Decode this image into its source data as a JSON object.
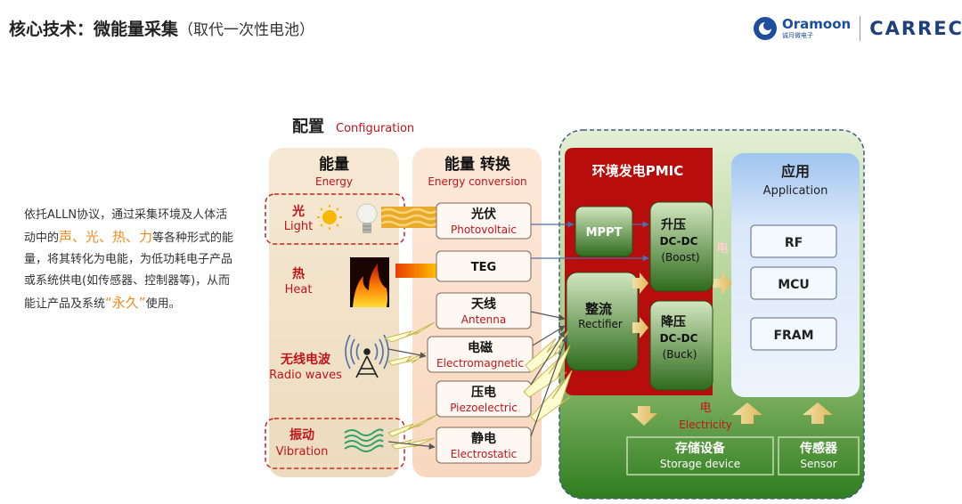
{
  "header": {
    "title": "核心技术：微能量采集",
    "subtitle": "（取代一次性电池）",
    "logo_oramoon": "Oramoon",
    "logo_oramoon_cn": "诚月微电子",
    "logo_carrec": "CARREC"
  },
  "description": {
    "p1": "依托ALLN协议，通过采集环境及人体活动中的",
    "h1": "声、光、热、力",
    "p2": "等各种形式的能量，将其转化为电能，为低功耗电子产品或系统供电(如传感器、控制器等)，从而能让产品及系统",
    "h2": "“永久”",
    "p3": "使用。"
  },
  "diagram": {
    "config_cn": "配置",
    "config_en": "Configuration",
    "energy_cn": "能量",
    "energy_en": "Energy",
    "conversion_cn": "能量 转换",
    "conversion_en": "Energy conversion",
    "sources": {
      "light_cn": "光",
      "light_en": "Light",
      "heat_cn": "热",
      "heat_en": "Heat",
      "radio_cn": "无线电波",
      "radio_en": "Radio waves",
      "vibration_cn": "振动",
      "vibration_en": "Vibration"
    },
    "converters": {
      "pv_cn": "光伏",
      "pv_en": "Photovoltaic",
      "teg": "TEG",
      "antenna_cn": "天线",
      "antenna_en": "Antenna",
      "em_cn": "电磁",
      "em_en": "Electromagnetic",
      "piezo_cn": "压电",
      "piezo_en": "Piezoelectric",
      "es_cn": "静电",
      "es_en": "Electrostatic"
    },
    "pmic": {
      "title": "环境发电PMIC",
      "mppt": "MPPT",
      "boost_cn": "升压",
      "boost_dc": "DC-DC",
      "boost_en": "(Boost)",
      "rect_cn": "整流",
      "rect_en": "Rectifier",
      "buck_cn": "降压",
      "buck_dc": "DC-DC",
      "buck_en": "(Buck)",
      "power_cn": "电"
    },
    "application": {
      "title_cn": "应用",
      "title_en": "Application",
      "items": [
        "RF",
        "MCU",
        "FRAM"
      ]
    },
    "electricity_cn": "电",
    "electricity_en": "Electricity",
    "storage_cn": "存储设备",
    "storage_en": "Storage device",
    "sensor_cn": "传感器",
    "sensor_en": "Sensor"
  },
  "colors": {
    "dark_red": "#b80d0d",
    "green_dark": "#2f7d1e",
    "green_light": "#cfe3b8",
    "app_blue": "#cfe0f7",
    "beige": "#f2e4cc",
    "peach": "#fbe1cf",
    "label_red": "#c0141b",
    "accent_orange": "#f08a1c"
  }
}
